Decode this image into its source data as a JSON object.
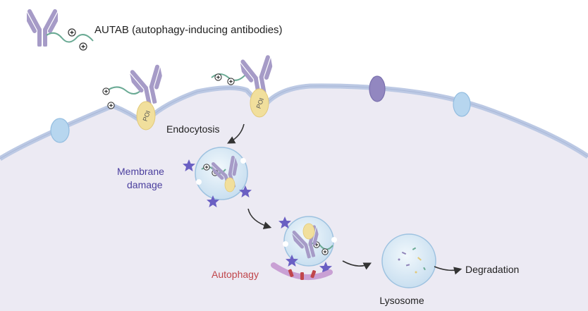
{
  "legend": {
    "label": "AUTAB (autophagy-inducing antibodies)"
  },
  "labels": {
    "poi_left": "POI",
    "poi_right": "POI",
    "endocytosis": "Endocytosis",
    "membrane_line1": "Membrane",
    "membrane_line2": "damage",
    "autophagy": "Autophagy",
    "lysosome": "Lysosome",
    "degradation": "Degradation"
  },
  "icons": {
    "antibody": "antibody-icon",
    "charge": "positive-charge-icon",
    "poi": "protein-of-interest-icon",
    "damage": "star-icon",
    "receptor": "membrane-protein-icon"
  },
  "colors": {
    "antibody": "#a69bc7",
    "antibody_dark": "#8f84b8",
    "peptide": "#6aaa94",
    "poi": "#f1df9c",
    "cell": "#eceaf3",
    "membrane": "#bcc9e4",
    "vesicle": "#dbeaf5",
    "star": "#6a5fc3",
    "membrane_damage_text": "#4b3f9e",
    "autophagy_text": "#c0464b",
    "phagophore": "#c9a0d4",
    "phagophore_mark": "#c0464b",
    "receptor_blue": "#b7d6ef",
    "receptor_purple": "#9287c0",
    "text": "#222222"
  }
}
